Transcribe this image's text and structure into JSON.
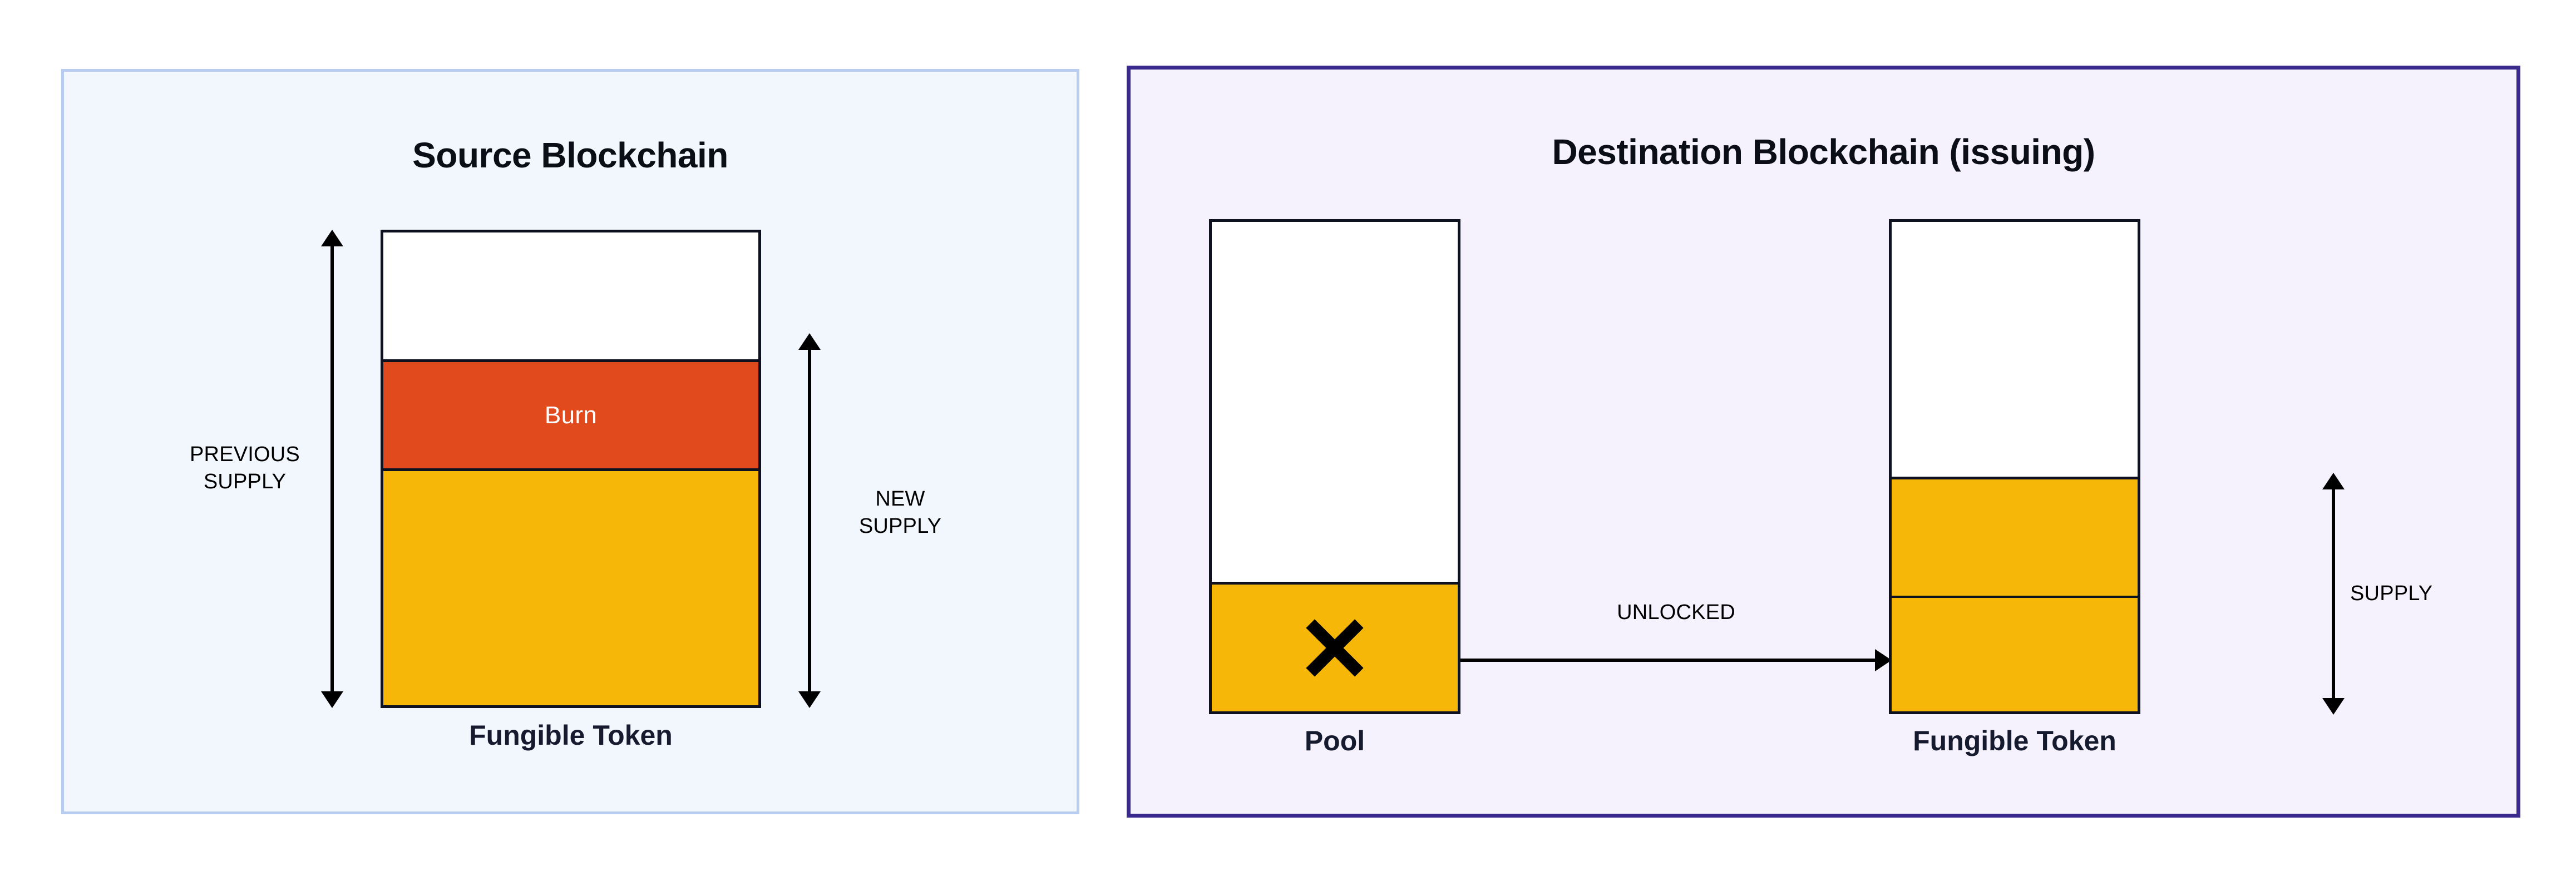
{
  "diagram": {
    "title_source": "Source Blockchain",
    "title_destination": "Destination Blockchain (issuing)"
  },
  "source_panel": {
    "title": "Source Blockchain",
    "bar": {
      "caption": "Fungible Token",
      "segments": [
        {
          "name": "empty",
          "label": ""
        },
        {
          "name": "burn",
          "label": "Burn"
        },
        {
          "name": "remaining-supply",
          "label": ""
        }
      ]
    },
    "measures": [
      {
        "name": "previous-supply",
        "label": "PREVIOUS\nSUPPLY"
      },
      {
        "name": "new-supply",
        "label": "NEW\nSUPPLY"
      }
    ]
  },
  "destination_panel": {
    "title": "Destination Blockchain (issuing)",
    "pool_bar": {
      "caption": "Pool",
      "marker_icon": "x-mark-icon",
      "segments": [
        {
          "name": "empty",
          "label": ""
        },
        {
          "name": "pool-locked",
          "label": ""
        }
      ]
    },
    "token_bar": {
      "caption": "Fungible Token",
      "segments": [
        {
          "name": "empty",
          "label": ""
        },
        {
          "name": "newly-issued",
          "label": ""
        },
        {
          "name": "existing-supply",
          "label": ""
        }
      ]
    },
    "transfer_arrow": {
      "name": "unlocked-arrow",
      "label": "UNLOCKED"
    },
    "measures": [
      {
        "name": "supply",
        "label": "SUPPLY"
      }
    ]
  },
  "colors": {
    "token_yellow": "#f7b709",
    "burn_orange": "#e04a1c",
    "source_panel_border": "#b8ccf2",
    "source_panel_fill": "#f2f6fd",
    "destination_panel_border": "#3a2a8f",
    "destination_panel_fill": "#f5f2fd",
    "stroke_black": "#0e1220",
    "caption_text": "#151a2e"
  }
}
